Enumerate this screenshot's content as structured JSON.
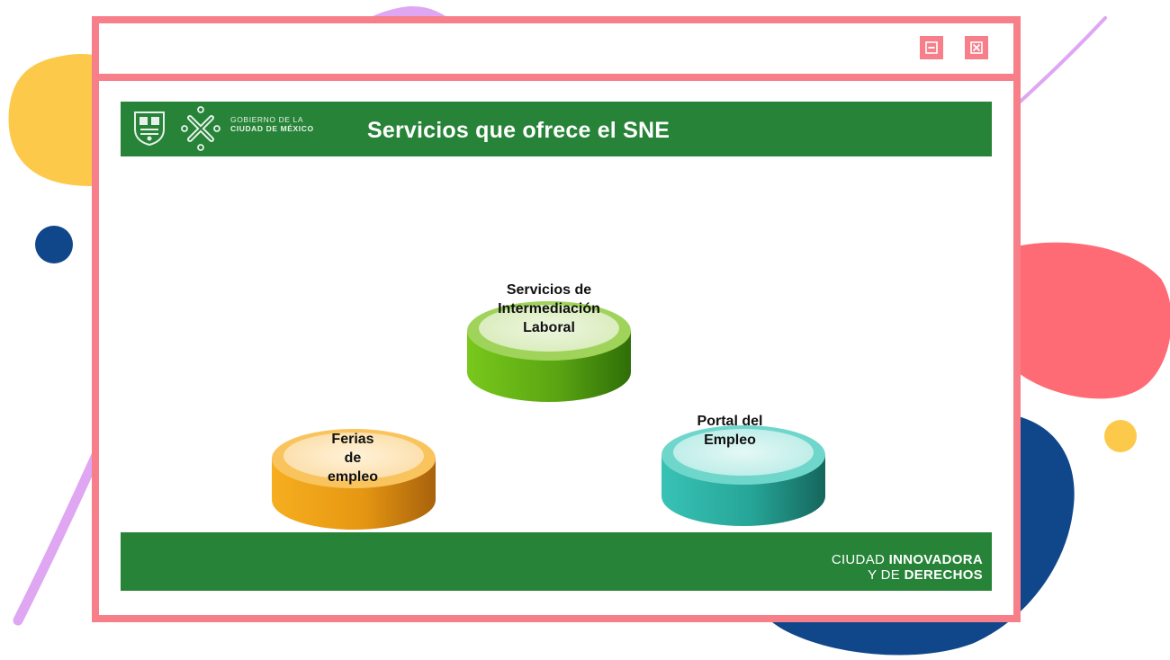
{
  "window": {
    "controls": [
      {
        "name": "minimize-button",
        "icon": "minimize-icon"
      },
      {
        "name": "close-button",
        "icon": "close-icon"
      }
    ]
  },
  "slide": {
    "logo": {
      "line1": "GOBIERNO DE LA",
      "line2": "CIUDAD DE MÉXICO"
    },
    "title": "Servicios que ofrece el SNE",
    "services": {
      "intermediacion": {
        "lines": [
          "Servicios de",
          "Intermediación",
          "Laboral"
        ],
        "color": "#5dab14"
      },
      "ferias": {
        "lines": [
          "Ferias",
          "de",
          "empleo"
        ],
        "color": "#f2a01d"
      },
      "portal": {
        "lines": [
          "Portal del",
          "Empleo"
        ],
        "color": "#2cb2a6"
      }
    },
    "footer": {
      "line1_light": "CIUDAD ",
      "line1_bold": "INNOVADORA",
      "line2_light": "Y DE ",
      "line2_bold": "DERECHOS"
    }
  },
  "colors": {
    "frame": "#f77f8a",
    "header_green": "#268337",
    "blob_yellow": "#fdc94a",
    "blob_coral": "#ff6b74",
    "blob_navy": "#10478a",
    "stroke_lilac": "#dfa6f2"
  }
}
